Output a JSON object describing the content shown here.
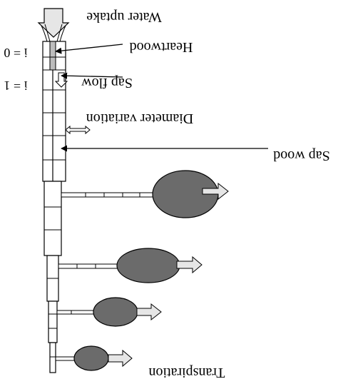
{
  "labels": {
    "water_uptake": "Water uptake",
    "heartwood": "Heartwood",
    "sap_flow": "Sap flow",
    "diameter_variation": "Diameter variation",
    "sap_wood": "Sap wood",
    "transpiration": "Transpiration",
    "i_zero": "i = 0",
    "i_one": "i = 1"
  },
  "colors": {
    "leaf_fill": "#6b6b6b",
    "heartwood_fill": "#bdbdbd",
    "arrow_fill": "#e6e6e6",
    "stroke": "#000000"
  }
}
